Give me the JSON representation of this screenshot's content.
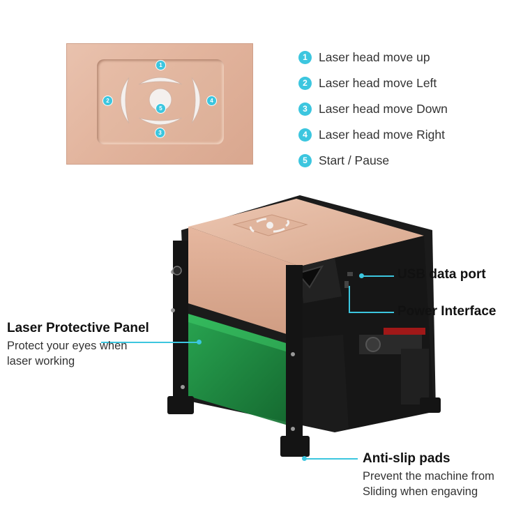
{
  "legend": [
    {
      "num": "1",
      "text": "Laser head move up"
    },
    {
      "num": "2",
      "text": "Laser head move Left"
    },
    {
      "num": "3",
      "text": "Laser head move Down"
    },
    {
      "num": "4",
      "text": "Laser head move Right"
    },
    {
      "num": "5",
      "text": "Start / Pause"
    }
  ],
  "panel_badges": {
    "up": "1",
    "left": "2",
    "down": "3",
    "right": "4",
    "center": "5"
  },
  "callouts": {
    "usb": {
      "title": "USB data port"
    },
    "power": {
      "title": "Power Interface"
    },
    "panel": {
      "title": "Laser Protective Panel",
      "line1": "Protect your eyes when",
      "line2": "laser working"
    },
    "pads": {
      "title": "Anti-slip pads",
      "line1": "Prevent the machine from",
      "line2": "Sliding when engaving"
    }
  },
  "colors": {
    "accent": "#3cc6df",
    "body": "#1b1b1b",
    "top_cover": "#e3b59d",
    "shield": "#1f9a46"
  }
}
